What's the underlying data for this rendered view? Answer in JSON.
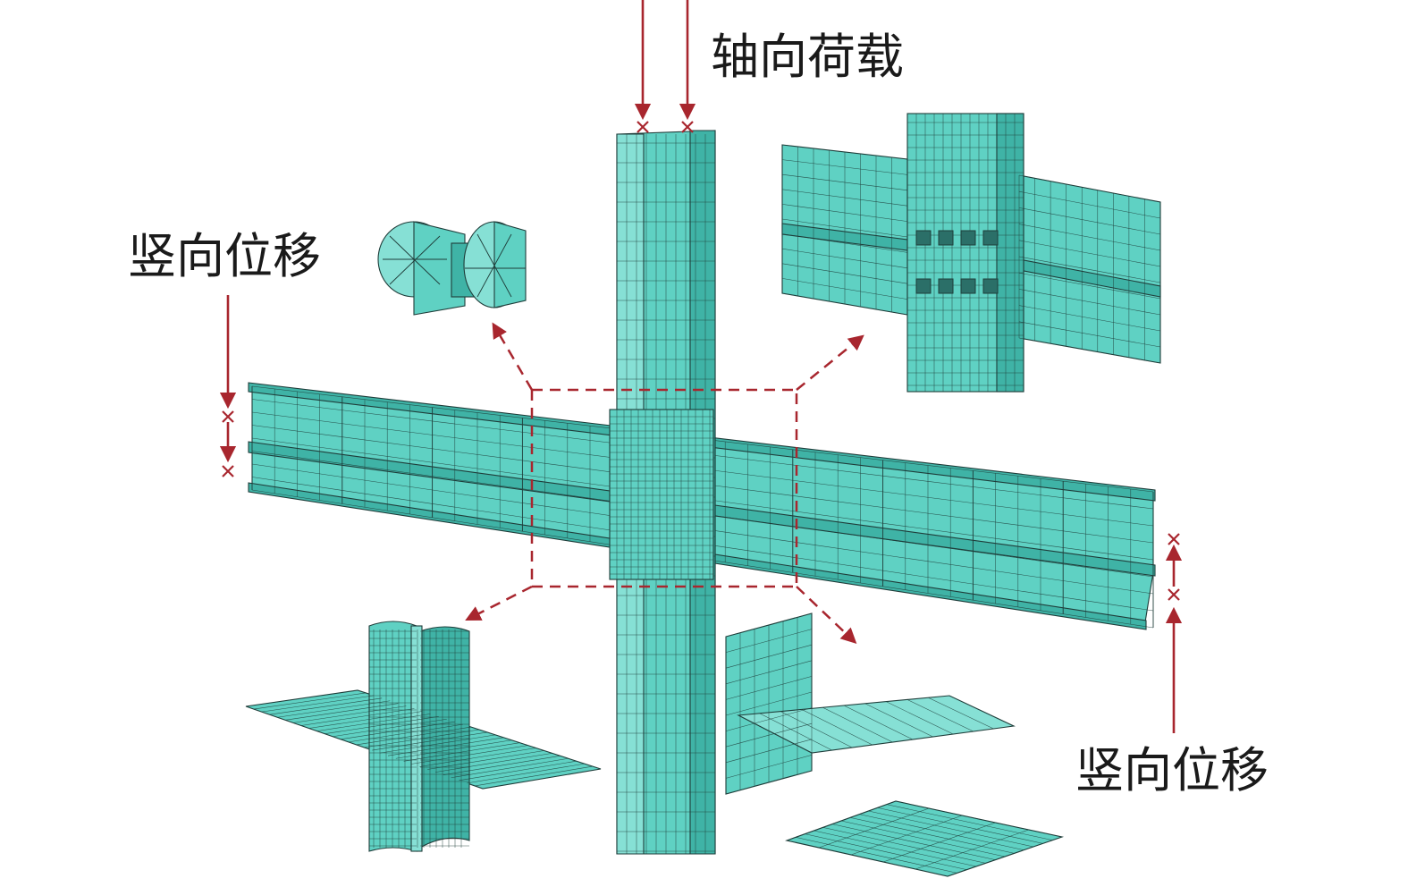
{
  "labels": {
    "axial_load": "轴向荷载",
    "vertical_disp_left": "竖向位移",
    "vertical_disp_right": "竖向位移"
  },
  "colors": {
    "mesh": "#5fd1c3",
    "mesh_line": "#1f3d3a",
    "load_marker": "#a8262e"
  }
}
